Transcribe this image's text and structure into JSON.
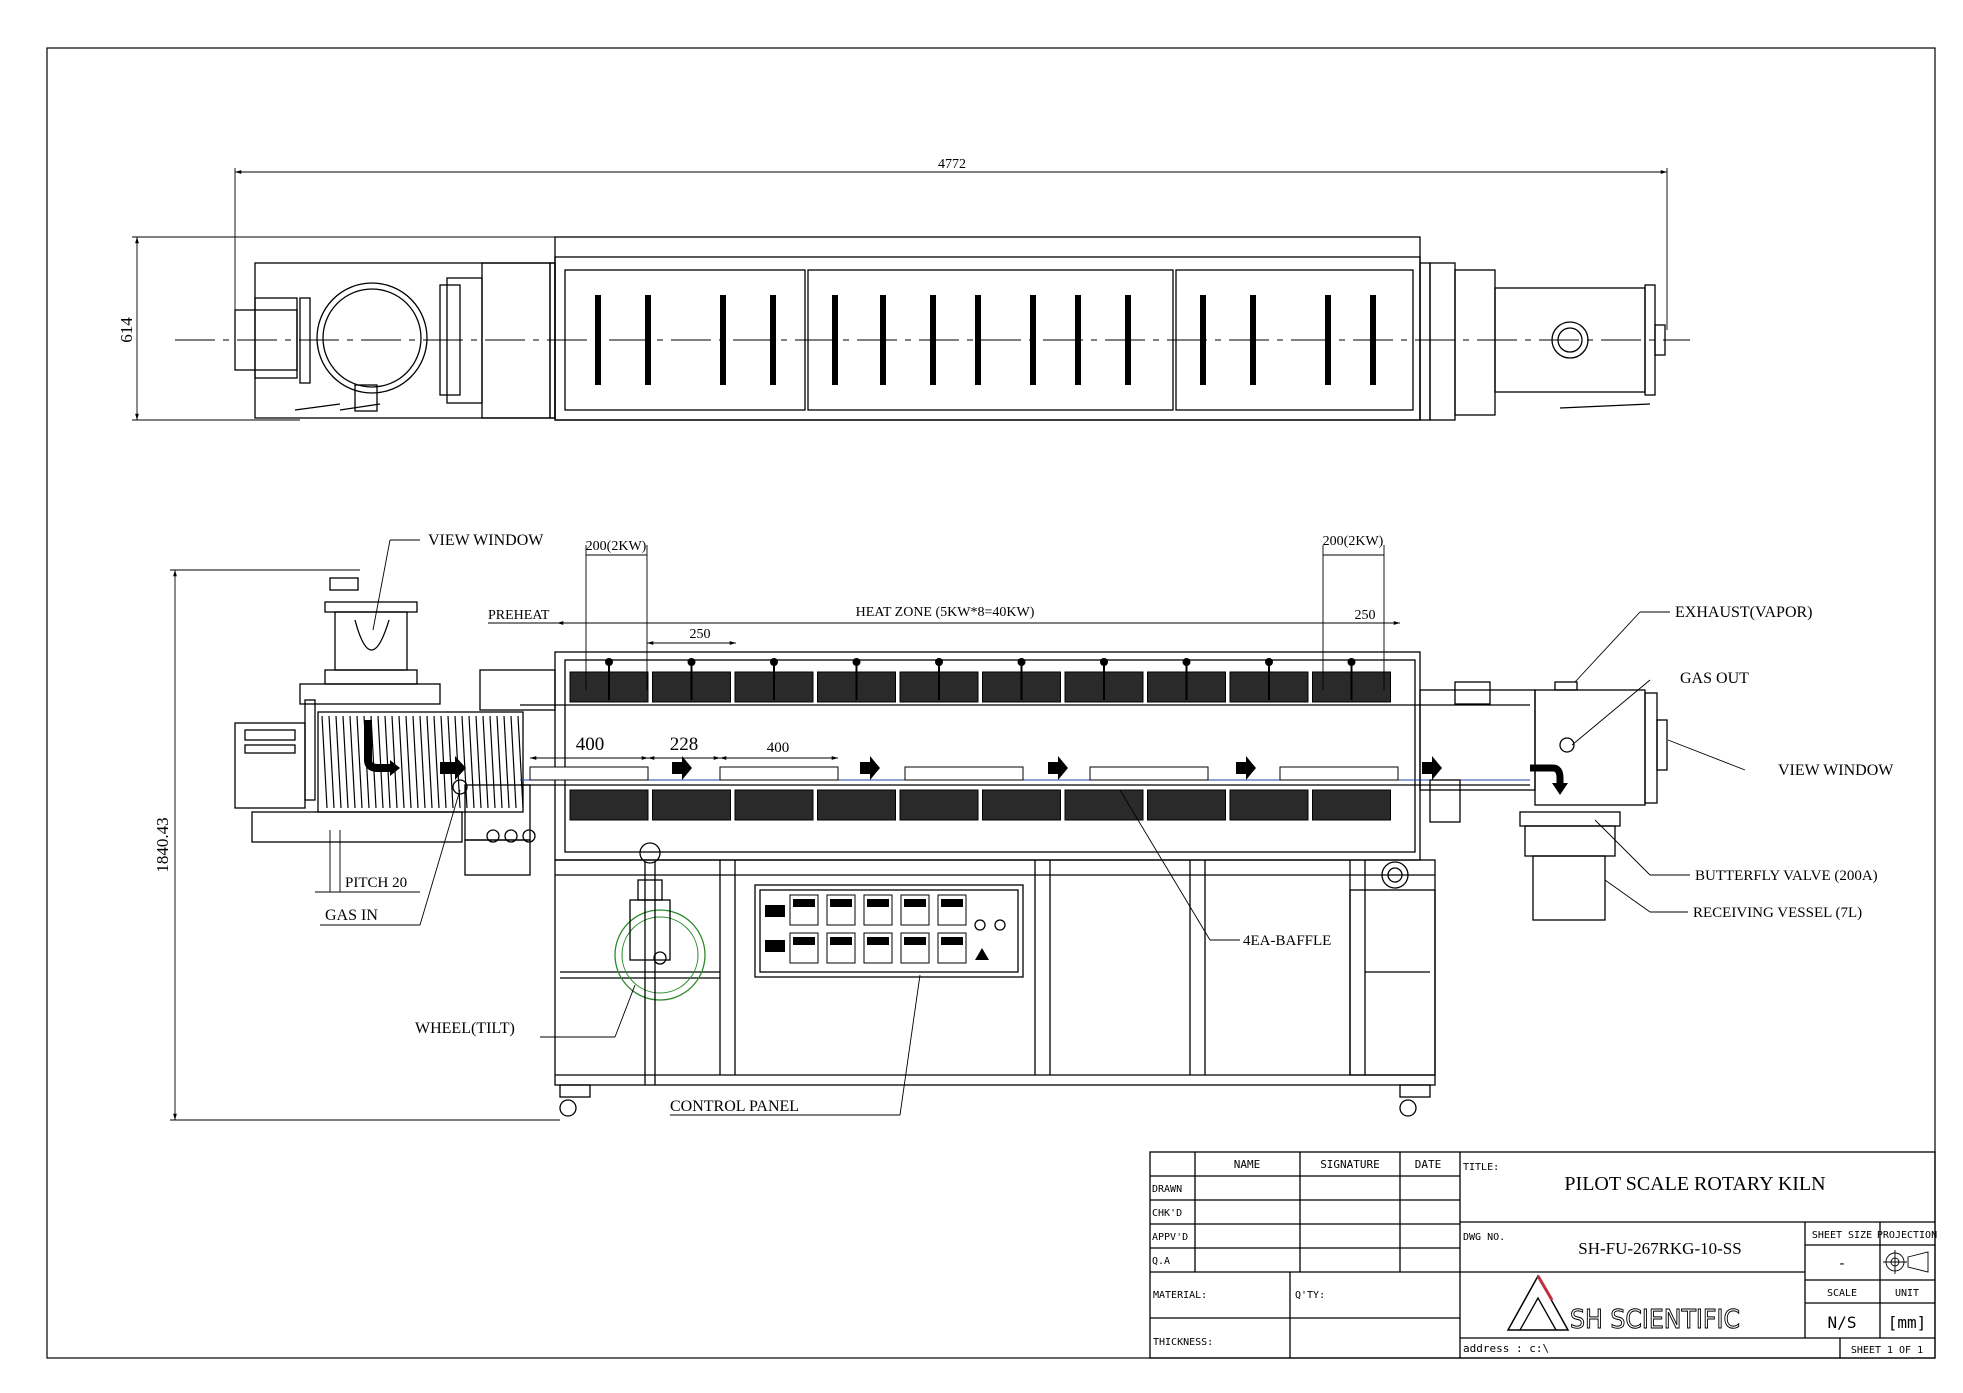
{
  "top_view": {
    "overall_length": "4772",
    "width": "614"
  },
  "front_view": {
    "height": "1840.43",
    "preheat_label": "PREHEAT",
    "heat_zone_label": "HEAT ZONE (5KW*8=40KW)",
    "end_zone_left": "200(2KW)",
    "end_zone_right": "200(2KW)",
    "spacing_left": "250",
    "spacing_right": "250",
    "baffle_len_1": "400",
    "baffle_gap": "228",
    "baffle_len_2": "400",
    "pitch": "PITCH 20"
  },
  "callouts": {
    "view_window_left": "VIEW WINDOW",
    "gas_in": "GAS IN",
    "wheel_tilt": "WHEEL(TILT)",
    "control_panel": "CONTROL PANEL",
    "baffle": "4EA-BAFFLE",
    "exhaust": "EXHAUST(VAPOR)",
    "gas_out": "GAS OUT",
    "view_window_right": "VIEW WINDOW",
    "butterfly_valve": "BUTTERFLY VALVE (200A)",
    "receiving_vessel": "RECEIVING VESSEL (7L)"
  },
  "title_block": {
    "col_name": "NAME",
    "col_signature": "SIGNATURE",
    "col_date": "DATE",
    "row_drawn": "DRAWN",
    "row_chkd": "CHK'D",
    "row_apprd": "APPV'D",
    "row_qa": "Q.A",
    "material_label": "MATERIAL:",
    "qty_label": "Q'TY:",
    "thickness_label": "THICKNESS:",
    "title_label": "TITLE:",
    "title": "PILOT SCALE  ROTARY KILN",
    "dwg_no_label": "DWG NO.",
    "dwg_no": "SH-FU-267RKG-10-SS",
    "company": "SH SCIENTIFIC",
    "address": "address : c:\\",
    "sheet_size_label": "SHEET SIZE",
    "sheet_size": "-",
    "projection_label": "PROJECTION",
    "scale_label": "SCALE",
    "scale": "N/S",
    "unit_label": "UNIT",
    "unit": "[mm]",
    "sheet": "SHEET 1 OF 1"
  }
}
